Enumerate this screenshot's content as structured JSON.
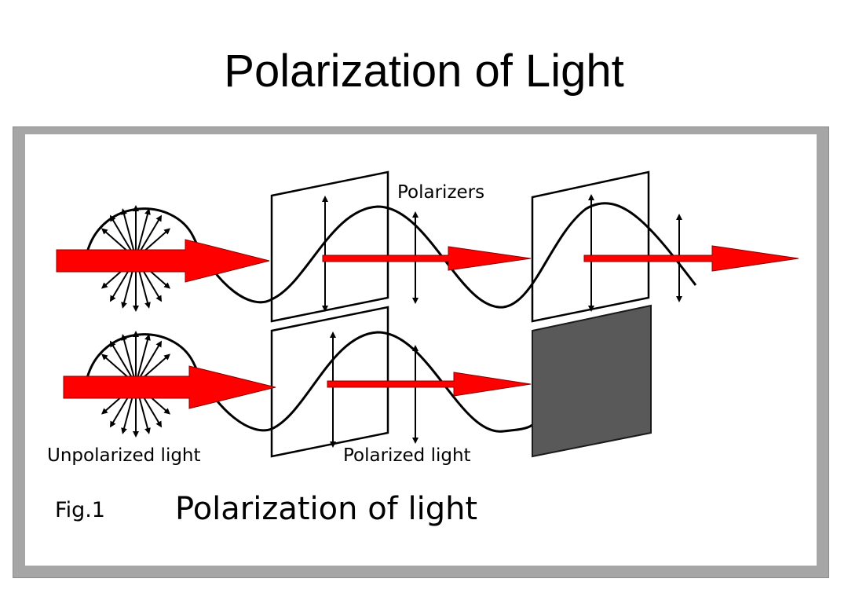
{
  "title": "Polarization of Light",
  "figure": {
    "labels": {
      "polarizers": "Polarizers",
      "unpolarized_light": "Unpolarized light",
      "polarized_light": "Polarized light",
      "fig_number": "Fig.1",
      "caption": "Polarization of light"
    }
  },
  "colors": {
    "arrow": "#ff0000",
    "blocking_polarizer": "#595959",
    "frame": "#a6a6a6"
  }
}
